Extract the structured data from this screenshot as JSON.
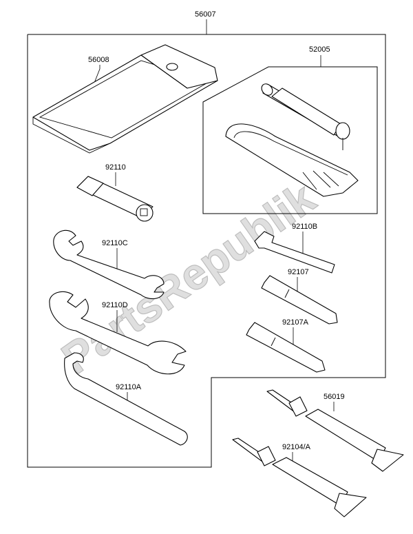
{
  "watermark": "PartsRepublik",
  "labels": {
    "p56007": "56007",
    "p56008": "56008",
    "p52005": "52005",
    "p92110": "92110",
    "p92110B": "92110B",
    "p92110C": "92110C",
    "p92107": "92107",
    "p92110D": "92110D",
    "p92107A": "92107A",
    "p92110A": "92110A",
    "p56019": "56019",
    "p92104A": "92104/A"
  }
}
